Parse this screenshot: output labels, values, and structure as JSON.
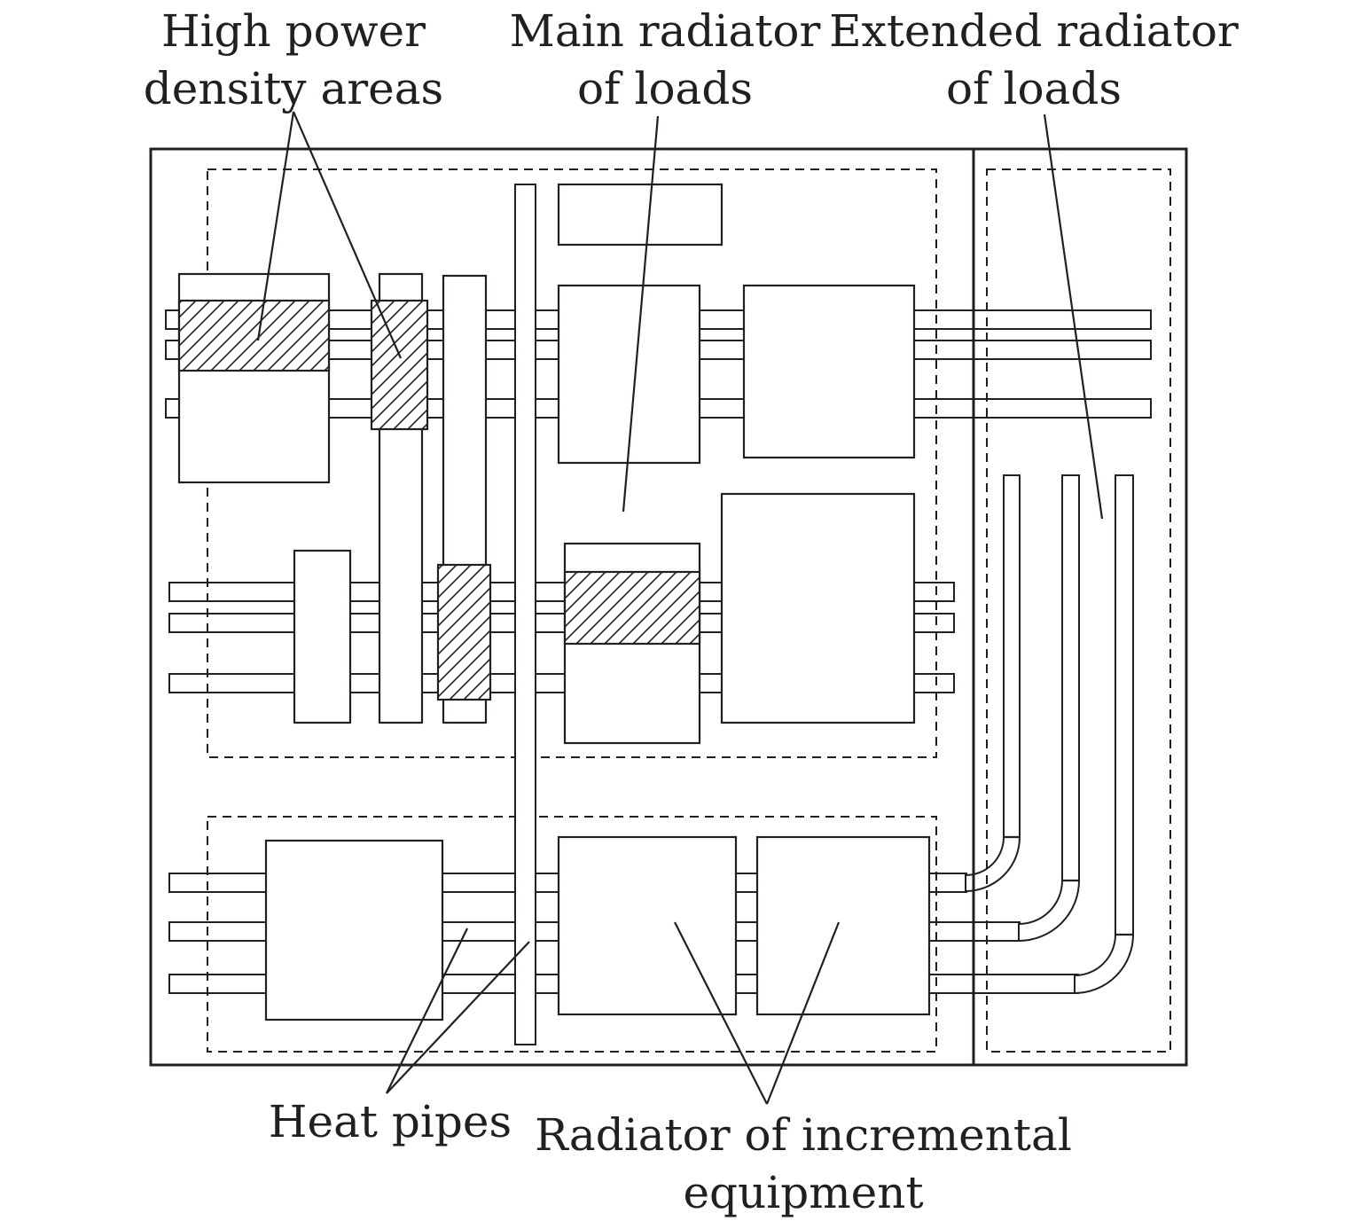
{
  "labels": {
    "high_power": [
      "High power",
      "density areas"
    ],
    "main_radiator": [
      "Main radiator",
      "of loads"
    ],
    "extended_radiator": [
      "Extended radiator",
      "of loads"
    ],
    "heat_pipes": "Heat pipes",
    "incremental": [
      "Radiator of incremental",
      "equipment"
    ]
  },
  "colors": {
    "ink": "#231f20",
    "background": "#ffffff"
  }
}
